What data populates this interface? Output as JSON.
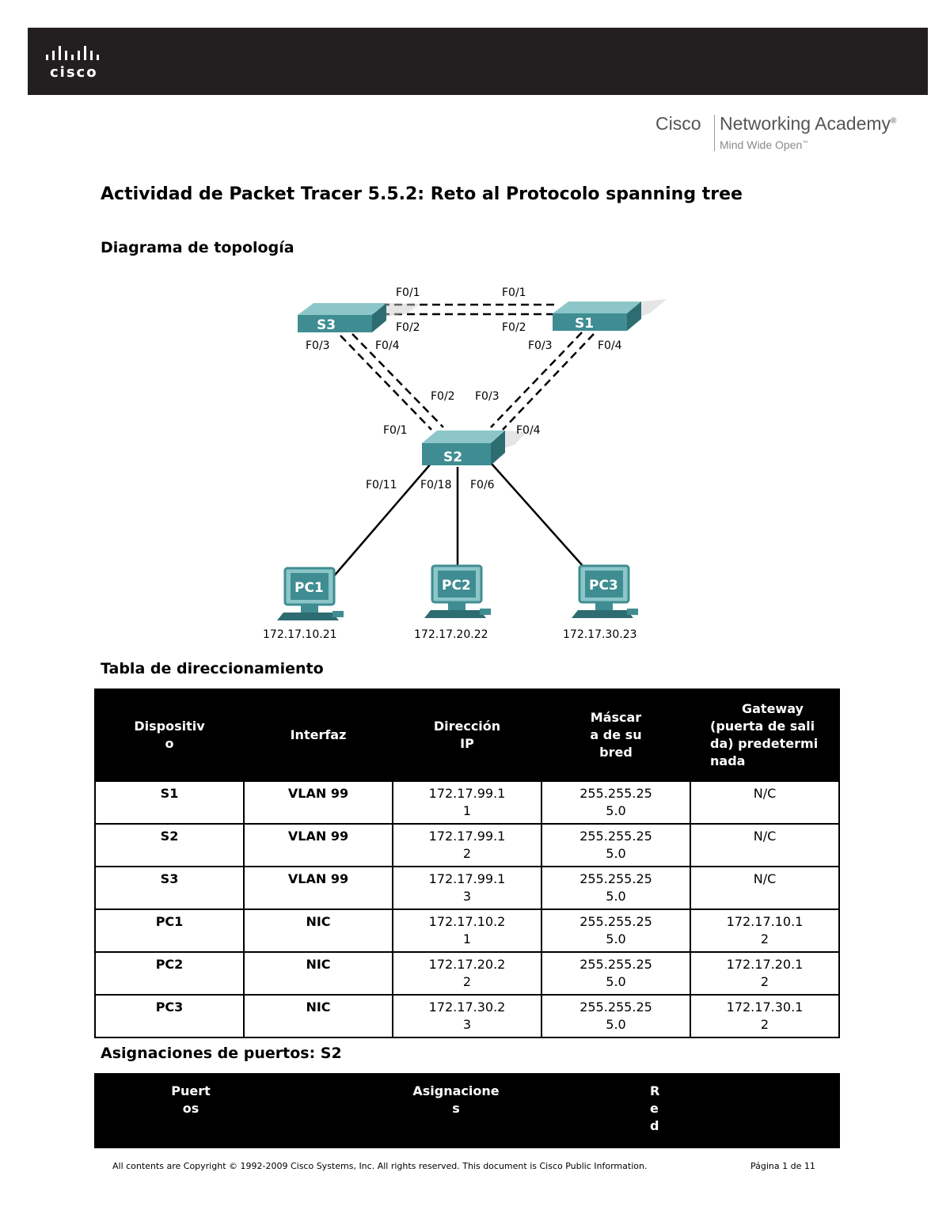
{
  "header": {
    "cisco_logo_text": "cisco",
    "brand_cisco": "Cisco",
    "brand_academy": "Networking Academy",
    "brand_academy_mark": "®",
    "brand_tagline": "Mind Wide Open",
    "brand_tagline_mark": "™"
  },
  "title": "Actividad de Packet Tracer 5.5.2: Reto al Protocolo spanning tree",
  "topology": {
    "heading": "Diagrama de topología",
    "devices": {
      "s1": "S1",
      "s2": "S2",
      "s3": "S3",
      "pc1": "PC1",
      "pc2": "PC2",
      "pc3": "PC3"
    },
    "ports": {
      "s3_f01": "F0/1",
      "s1_f01": "F0/1",
      "s3_f02": "F0/2",
      "s1_f02": "F0/2",
      "s3_f03": "F0/3",
      "s3_f04": "F0/4",
      "s1_f03": "F0/3",
      "s1_f04": "F0/4",
      "s2_f02": "F0/2",
      "s2_f03": "F0/3",
      "s2_f01": "F0/1",
      "s2_f04": "F0/4",
      "s2_f011": "F0/11",
      "s2_f018": "F0/18",
      "s2_f06": "F0/6"
    },
    "ips": {
      "pc1": "172.17.10.21",
      "pc2": "172.17.20.22",
      "pc3": "172.17.30.23"
    }
  },
  "addressing": {
    "heading": "Tabla de direccionamiento",
    "headers": {
      "device": "Dispositivo",
      "interface": "Interfaz",
      "ip": "Dirección IP",
      "mask": "Máscara de subred",
      "gateway_1": "Gateway",
      "gateway_2": "(puerta de salida) predeterminada"
    },
    "rows": [
      {
        "device": "S1",
        "interface": "VLAN 99",
        "ip": "172.17.99.11",
        "mask": "255.255.255.0",
        "gateway": "N/C"
      },
      {
        "device": "S2",
        "interface": "VLAN 99",
        "ip": "172.17.99.12",
        "mask": "255.255.255.0",
        "gateway": "N/C"
      },
      {
        "device": "S3",
        "interface": "VLAN 99",
        "ip": "172.17.99.13",
        "mask": "255.255.255.0",
        "gateway": "N/C"
      },
      {
        "device": "PC1",
        "interface": "NIC",
        "ip": "172.17.10.21",
        "mask": "255.255.255.0",
        "gateway": "172.17.10.12"
      },
      {
        "device": "PC2",
        "interface": "NIC",
        "ip": "172.17.20.22",
        "mask": "255.255.255.0",
        "gateway": "172.17.20.12"
      },
      {
        "device": "PC3",
        "interface": "NIC",
        "ip": "172.17.30.23",
        "mask": "255.255.255.0",
        "gateway": "172.17.30.12"
      }
    ]
  },
  "ports_table": {
    "heading": "Asignaciones de puertos: S2",
    "headers": {
      "ports": "Puertos",
      "assignments": "Asignaciones",
      "network": "Red"
    }
  },
  "footer": {
    "copyright": "All contents are Copyright © 1992-2009 Cisco Systems, Inc. All rights reserved. This document is Cisco Public Information.",
    "page": "Página 1 de 11"
  }
}
